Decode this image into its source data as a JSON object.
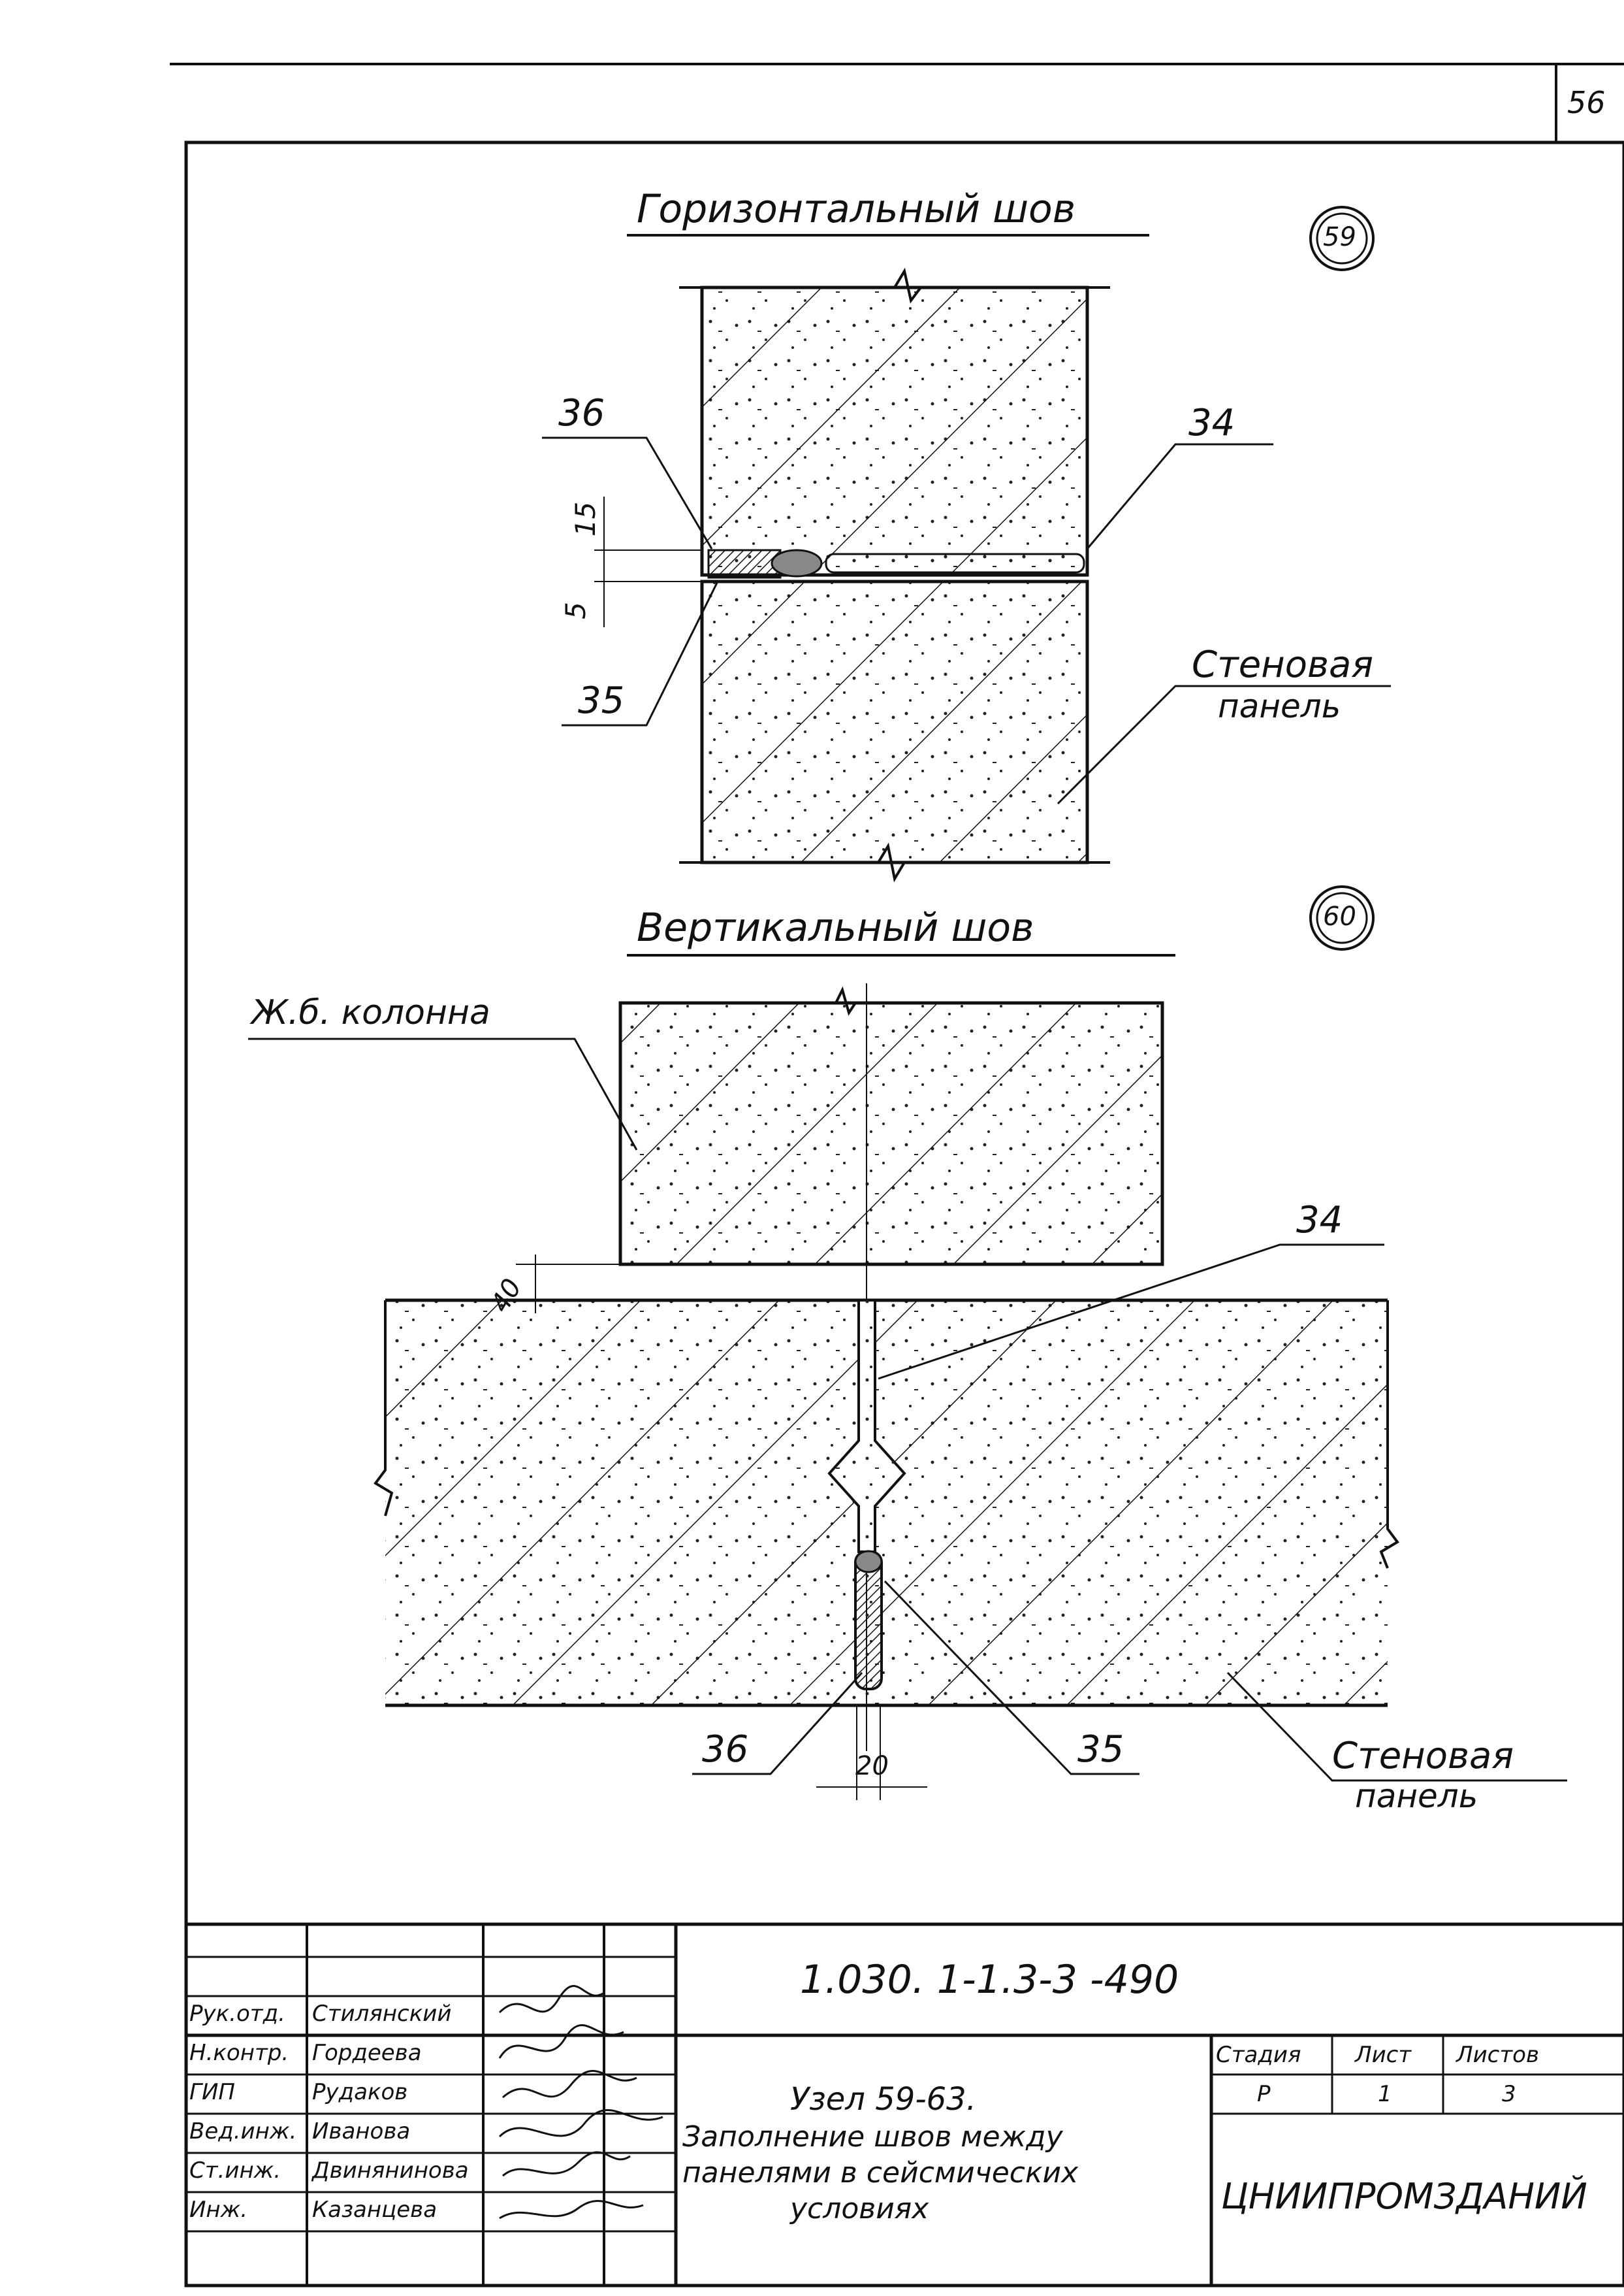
{
  "sheet_corner_number": "56",
  "detail59": {
    "title": "Горизонтальный шов",
    "number": "59",
    "callouts": {
      "c36": "36",
      "c34": "34",
      "c35": "35"
    },
    "panel_label_line1": "Стеновая",
    "panel_label_line2": "панель",
    "dim_5": "5",
    "dim_15": "15"
  },
  "detail60": {
    "title": "Вертикальный шов",
    "number": "60",
    "column_label": "Ж.б. колонна",
    "callouts": {
      "c34": "34",
      "c36": "36",
      "c35": "35"
    },
    "panel_label_line1": "Стеновая",
    "panel_label_line2": "панель",
    "dim_40": "40",
    "dim_20": "20"
  },
  "title_block": {
    "designation": "1.030. 1-1.3-3 -490",
    "staff": [
      {
        "role": "Рук.отд.",
        "name": "Стилянский"
      },
      {
        "role": "Н.контр.",
        "name": "Гордеева"
      },
      {
        "role": "ГИП",
        "name": "Рудаков"
      },
      {
        "role": "Вед.инж.",
        "name": "Иванова"
      },
      {
        "role": "Ст.инж.",
        "name": "Двинянинова"
      },
      {
        "role": "Инж.",
        "name": "Казанцева"
      }
    ],
    "description_line1": "Узел 59-63.",
    "description_line2": "Заполнение швов между",
    "description_line3": "панелями в сейсмических",
    "description_line4": "условиях",
    "stage_header": "Стадия",
    "sheet_header": "Лист",
    "sheets_header": "Листов",
    "stage_value": "Р",
    "sheet_value": "1",
    "sheets_value": "3",
    "organization": "ЦНИИПРОМЗДАНИЙ"
  }
}
